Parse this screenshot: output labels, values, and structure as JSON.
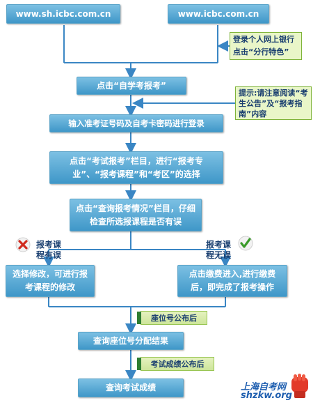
{
  "urls": {
    "left": "www.sh.icbc.com.cn",
    "right": "www.icbc.com.cn"
  },
  "notes": {
    "login_branch": "登录个人网上银行点击“分行特色”",
    "tip": "提示:请注意阅读“考生公告”及“报考指南”内容"
  },
  "steps": {
    "click_self_study": "点击“自学考报考”",
    "enter_credentials": "输入准考证号码及自考卡密码进行登录",
    "select_exam": "点击“考试报考”栏目，进行“报考专业”、“报考课程”和“考区”的选择",
    "check_status": "点击“查询报考情况”栏目，仔细检查所选报课程是否有误",
    "modify": "选择修改，可进行报考课程的修改",
    "pay": "点击缴费进入,进行缴费后，即完成了报考操作",
    "seat_query": "查询座位号分配结果",
    "score_query": "查询考试成绩"
  },
  "branch_labels": {
    "error": "报考课程有误",
    "correct": "报考课程无误"
  },
  "tags": {
    "seat_published": "座位号公布后",
    "score_published": "考试成绩公布后"
  },
  "watermark": {
    "cn": "上海自考网",
    "url": "shzkw.org"
  },
  "icons": {
    "error": "red-x-icon",
    "correct": "green-check-icon"
  },
  "colors": {
    "box_top": "#7cc0e3",
    "box_bottom": "#3f97c8",
    "arrow": "#3a86c4",
    "note_bg": "#e9f6c8",
    "note_border": "#7fb43a",
    "text_dark": "#1a3f70"
  }
}
